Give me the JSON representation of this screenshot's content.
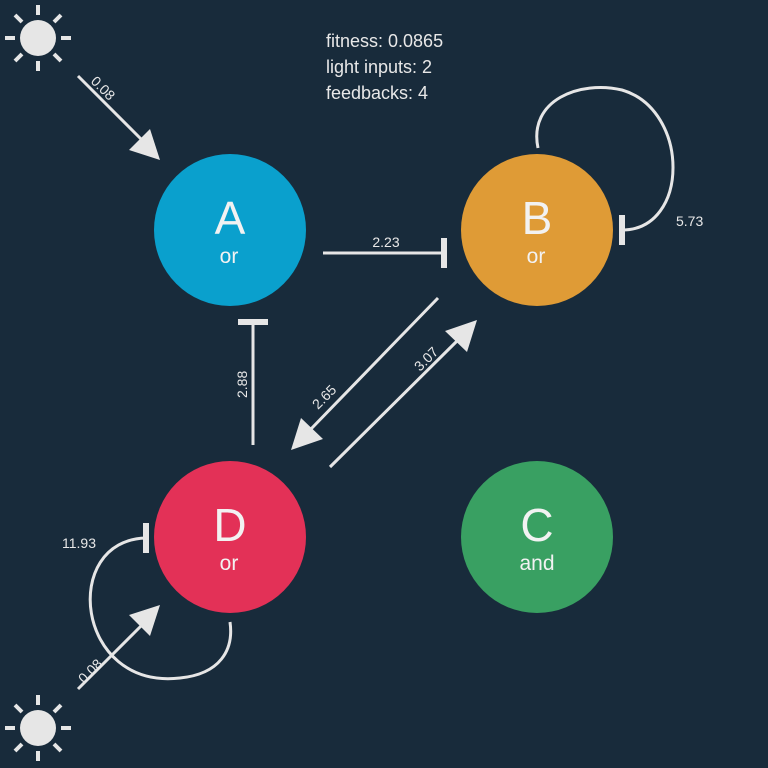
{
  "stats": {
    "fitness": "fitness: 0.0865",
    "light_inputs": "light inputs: 2",
    "feedbacks": "feedbacks: 4"
  },
  "colors": {
    "background": "#182b3b",
    "edge": "#e6e6e6",
    "node_A": "#0aa0cd",
    "node_B": "#df9b36",
    "node_C": "#39a062",
    "node_D": "#e33157"
  },
  "nodes": {
    "A": {
      "letter": "A",
      "gate": "or"
    },
    "B": {
      "letter": "B",
      "gate": "or"
    },
    "C": {
      "letter": "C",
      "gate": "and"
    },
    "D": {
      "letter": "D",
      "gate": "or"
    }
  },
  "edges": {
    "light_to_A": {
      "label": "0.08",
      "type": "activation"
    },
    "A_to_B": {
      "label": "2.23",
      "type": "inhibition"
    },
    "B_to_B": {
      "label": "5.73",
      "type": "inhibition"
    },
    "D_to_A": {
      "label": "2.88",
      "type": "inhibition"
    },
    "B_to_D": {
      "label": "2.65",
      "type": "activation"
    },
    "D_to_B": {
      "label": "3.07",
      "type": "activation"
    },
    "D_to_D": {
      "label": "11.93",
      "type": "inhibition"
    },
    "light_to_D": {
      "label": "0.08",
      "type": "activation"
    }
  },
  "icons": {
    "light_top": "sun-icon",
    "light_bottom": "sun-icon"
  }
}
